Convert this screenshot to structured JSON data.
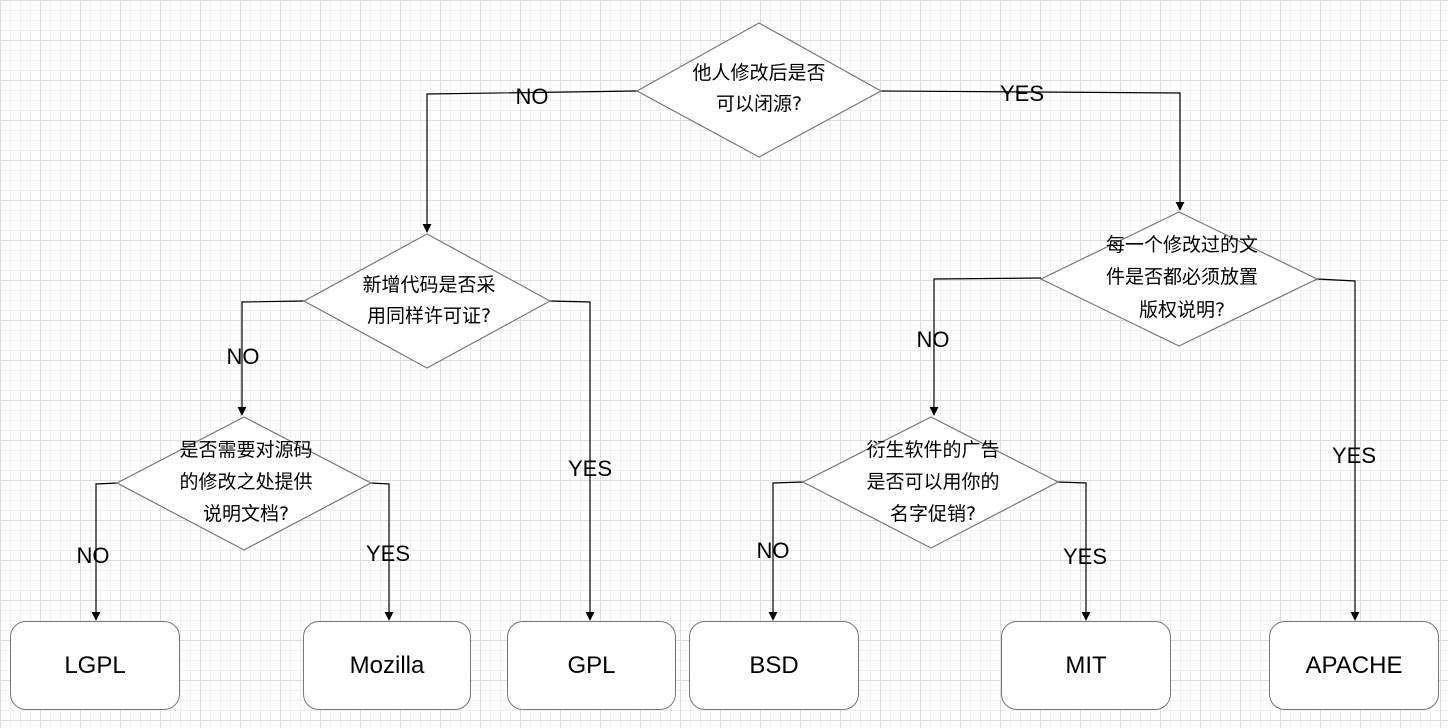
{
  "decisions": {
    "root": [
      "他人修改后是否",
      "可以闭源?"
    ],
    "left": [
      "新增代码是否采",
      "用同样许可证?"
    ],
    "leftleft": [
      "是否需要对源码",
      "的修改之处提供",
      "说明文档?"
    ],
    "right": [
      "每一个修改过的文",
      "件是否都必须放置",
      "版权说明?"
    ],
    "rightleft": [
      "衍生软件的广告",
      "是否可以用你的",
      "名字促销?"
    ]
  },
  "edge_labels": {
    "root_no": "NO",
    "root_yes": "YES",
    "left_no": "NO",
    "left_yes": "YES",
    "leftleft_no": "NO",
    "leftleft_yes": "YES",
    "right_no": "NO",
    "right_yes": "YES",
    "rightleft_no": "NO",
    "rightleft_yes": "YES"
  },
  "licenses": {
    "lgpl": "LGPL",
    "mozilla": "Mozilla",
    "gpl": "GPL",
    "bsd": "BSD",
    "mit": "MIT",
    "apache": "APACHE"
  }
}
